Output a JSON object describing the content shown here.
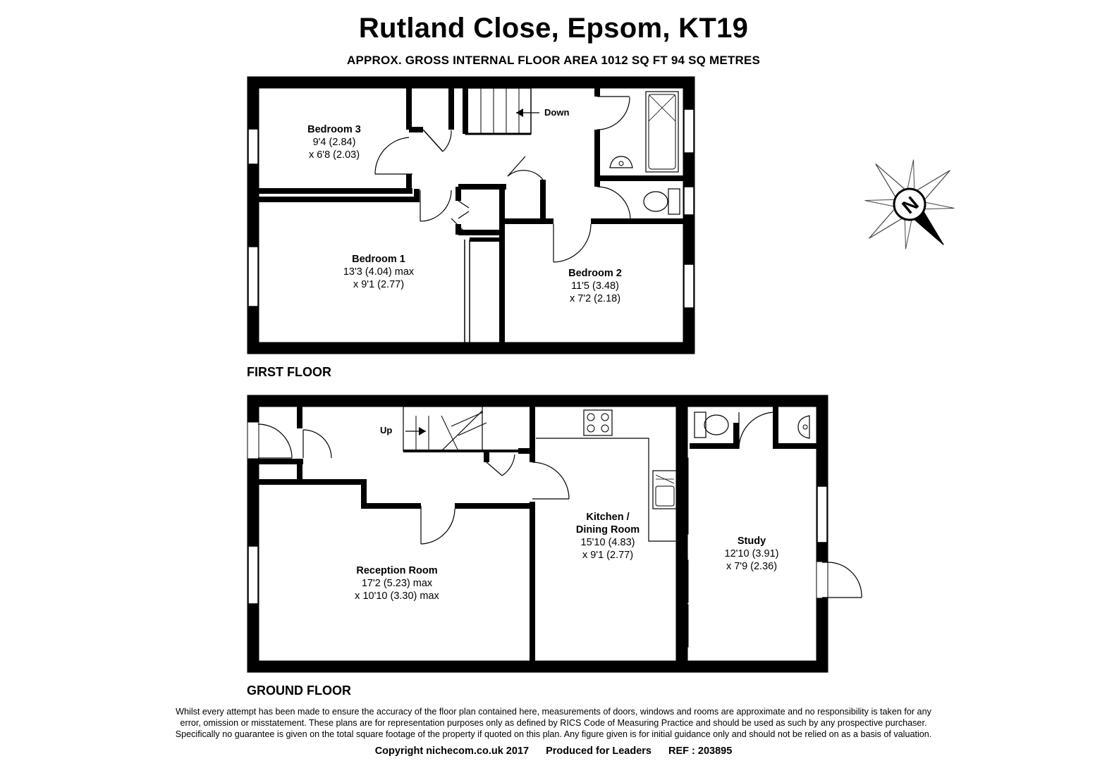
{
  "header": {
    "title": "Rutland Close, Epsom, KT19",
    "subtitle": "APPROX. GROSS INTERNAL FLOOR AREA 1012 SQ FT 94 SQ METRES"
  },
  "first_floor": {
    "label": "FIRST FLOOR",
    "stairs_label": "Down",
    "rooms": [
      {
        "name": "Bedroom 3",
        "dim1": "9'4 (2.84)",
        "dim2": "x 6'8 (2.03)"
      },
      {
        "name": "Bedroom 1",
        "dim1": "13'3 (4.04) max",
        "dim2": "x 9'1 (2.77)"
      },
      {
        "name": "Bedroom 2",
        "dim1": "11'5 (3.48)",
        "dim2": "x 7'2 (2.18)"
      }
    ]
  },
  "ground_floor": {
    "label": "GROUND FLOOR",
    "stairs_label": "Up",
    "rooms": [
      {
        "name": "Reception Room",
        "dim1": "17'2 (5.23) max",
        "dim2": "x 10'10 (3.30) max"
      },
      {
        "name": "Kitchen /",
        "name2": "Dining Room",
        "dim1": "15'10 (4.83)",
        "dim2": "x 9'1 (2.77)"
      },
      {
        "name": "Study",
        "dim1": "12'10 (3.91)",
        "dim2": "x 7'9 (2.36)"
      }
    ]
  },
  "compass": {
    "letter": "N",
    "icon": "compass-icon"
  },
  "footer": {
    "disclaimer_1": "Whilst every attempt has been made to ensure the accuracy of the floor plan contained here, measurements of doors, windows and rooms are approximate and no responsibility is taken for any",
    "disclaimer_2": "error, omission or misstatement. These plans are for representation purposes only as defined by RICS Code of Measuring Practice and should be used as such by any prospective purchaser.",
    "disclaimer_3": "Specifically no guarantee is given on the total square footage of the property if quoted on this plan. Any figure given is for initial guidance only and should not be relied on as a basis of valuation.",
    "copyright": "Copyright nichecom.co.uk 2017",
    "produced": "Produced for Leaders",
    "ref": "REF : 203895"
  }
}
